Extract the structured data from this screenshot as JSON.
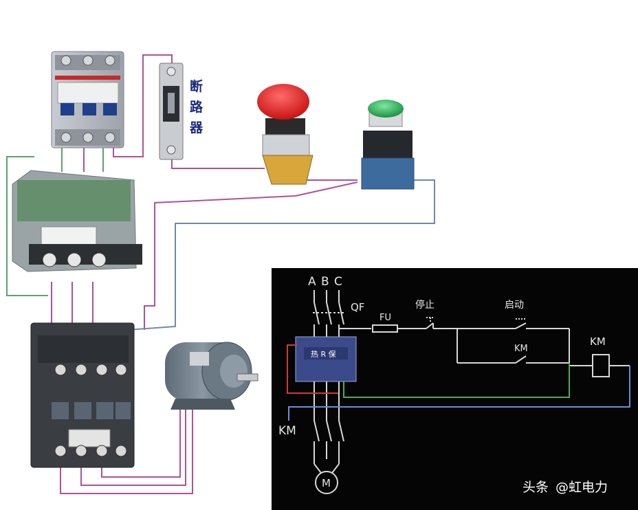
{
  "breaker_label": [
    "断",
    "路",
    "器"
  ],
  "schematic": {
    "phase_labels": [
      "A",
      "B",
      "C"
    ],
    "qf_label": "QF",
    "fu_label": "FU",
    "stop_label": "停止",
    "start_label": "启动",
    "km_contact_label": "KM",
    "km_coil_label": "KM",
    "km_main_label": "KM",
    "motor_label": "M",
    "relay_face_text": "热 R 保"
  },
  "watermark": {
    "platform": "头条",
    "author": "@虹电力"
  },
  "colors": {
    "panel_bg": "#050505",
    "wire_white": "#d8d8d8",
    "wire_red": "#d23a3a",
    "wire_green": "#4caf50",
    "wire_blue": "#6a8fd8",
    "wire_magenta": "#b0509a",
    "wire_teal_green": "#5aa36e",
    "wire_steel_blue": "#7088a8",
    "stop_button": "#e01a1a",
    "start_button": "#1fa34a"
  }
}
